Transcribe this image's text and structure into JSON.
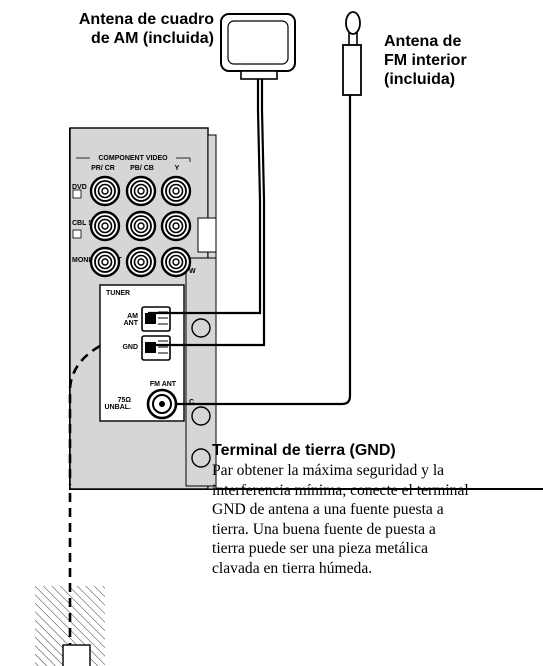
{
  "labels": {
    "am_antenna": [
      "Antena de cuadro",
      "de AM (incluida)"
    ],
    "fm_antenna": [
      "Antena de",
      "FM interior",
      "(incluida)"
    ]
  },
  "panel": {
    "component_video_title": "COMPONENT VIDEO",
    "column_headers": [
      "PR/ CR",
      "PB/ CB",
      "Y"
    ],
    "row_labels": [
      "DVD",
      "CBL SAT",
      "MONITOR OUT"
    ],
    "tuner_title": "TUNER",
    "am_ant_label": "AM ANT",
    "gnd_label": "GND",
    "fm_ant_label": "FM ANT",
    "unbal_label": "75Ω UNBAL."
  },
  "ground_terminal": {
    "title": "Terminal de tierra (GND)",
    "description_lines": [
      "Par obtener la máxima seguridad y la",
      "interferencia mínima, conecte el terminal",
      "GND de antena a una fuente puesta a",
      "tierra. Una buena fuente de puesta a",
      "tierra puede ser una pieza metálica",
      "clavada en tierra húmeda."
    ]
  },
  "colors": {
    "ink": "#000000",
    "panel_shade": "#d6d6d6",
    "background": "#ffffff"
  }
}
